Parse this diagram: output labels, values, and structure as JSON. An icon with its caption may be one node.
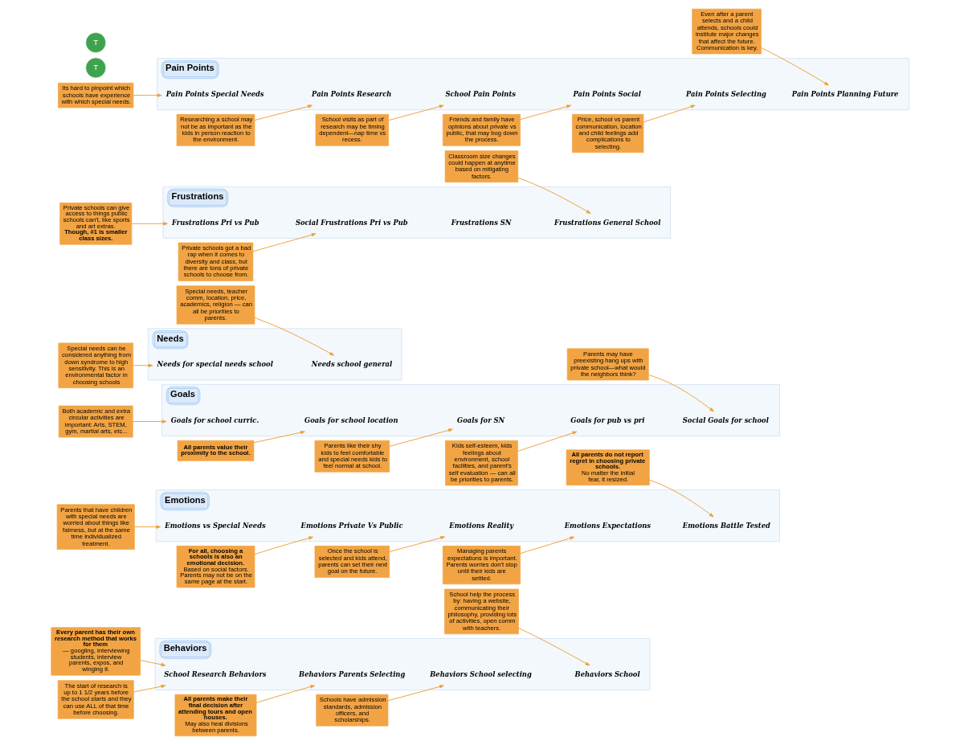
{
  "diagram": {
    "nodes": [
      {
        "text": [
          "Behaviors"
        ]
      },
      {
        "text": [
          "School Research Behaviors"
        ],
        "in": 0
      },
      {
        "text": [
          "Behaviors Parents Selecting"
        ],
        "in": 0
      },
      {
        "text": [
          "Behaviors School selecting"
        ],
        "in": 0
      },
      {
        "text": [
          "Behaviors School"
        ],
        "in": 0
      },
      {
        "text": [
          "Emotions"
        ]
      },
      {
        "text": [
          "Emotions vs Special Needs"
        ],
        "in": 5
      },
      {
        "text": [
          "Emotions Private Vs Public"
        ],
        "in": 5
      },
      {
        "text": [
          "Emotions Reality"
        ],
        "in": 5
      },
      {
        "text": [
          "Emotions Expectations"
        ],
        "in": 5
      },
      {
        "text": [
          "Emotions Battle Tested"
        ],
        "in": 5
      },
      {
        "text": [
          "Goals"
        ]
      },
      {
        "text": [
          "Goals for school curric."
        ],
        "in": 11
      },
      {
        "text": [
          "Goals for school location"
        ],
        "in": 11
      },
      {
        "text": [
          "Goals for SN"
        ],
        "in": 11
      },
      {
        "text": [
          "Goals for pub vs pri"
        ],
        "in": 11
      },
      {
        "text": [
          "Social Goals for school"
        ],
        "in": 11
      },
      {
        "text": [
          "Needs"
        ]
      },
      {
        "text": [
          "Needs for special needs school"
        ],
        "in": 17
      },
      {
        "text": [
          "Needs school general"
        ],
        "in": 17
      },
      {
        "text": [
          "Frustrations"
        ]
      },
      {
        "text": [
          "Frustrations Pri vs Pub"
        ],
        "in": 20
      },
      {
        "text": [
          "Social Frustrations Pri vs Pub"
        ],
        "in": 20
      },
      {
        "text": [
          "Frustrations SN"
        ],
        "in": 20
      },
      {
        "text": [
          "Frustrations General School"
        ],
        "in": 20
      },
      {
        "text": [
          "Pain Points"
        ]
      },
      {
        "text": [
          "Pain Points Special Needs"
        ],
        "in": 25
      },
      {
        "text": [
          "Pain Points Research"
        ],
        "in": 25
      },
      {
        "text": [
          "School Pain Points"
        ],
        "in": 25
      },
      {
        "text": [
          "Pain Points Social"
        ],
        "in": 25
      },
      {
        "text": [
          "Pain Points Selecting"
        ],
        "in": 25
      },
      {
        "text": [
          "Pain Points Planning Future"
        ],
        "in": 25
      },
      {
        "text": [
          "**Every parent has their own research method that works for them** — googling, interviewing students, interview parents, expos, and winging it."
        ]
      },
      {
        "text": [
          "**For all, choosing a schools is also an emotional decision.** Based on social factors. Parents may not be on the same page at the start."
        ]
      },
      {
        "text": [
          "Parents that have children with special needs are worried about things like fairness, but at the same time individualized treatment."
        ]
      },
      {
        "text": [
          "Both academic and extra circular activities are important: Arts, STEM, gym, martial arts, etc..."
        ]
      },
      {
        "text": [
          "Special needs can be considered anything from down syndrome to high sensitivity. This is an environmental factor in choosing schools"
        ]
      },
      {
        "text": [
          "Private schools can give access to things public schools can't, like sports and art extras. **Though, #1 is smaller class sizes.**"
        ]
      },
      {
        "text": [
          "Its hard to pinpoint which schools have experience with which special needs."
        ]
      },
      {
        "text": [
          "The start of research is up to 1 1/2 years before the school starts and they can use ALL of that time before choosing."
        ]
      },
      {
        "text": [
          "Researching a school may not be as important as the kids in person reaction to the environment."
        ]
      },
      {
        "text": [
          "**All parents make their final decision after attending tours and open houses.** May also heal divisions between parents."
        ]
      },
      {
        "text": [
          "School visits as part of research may be timing dependent—nap time vs recess."
        ]
      },
      {
        "text": [
          "Schools have admission standards, admission officers, and scholarships."
        ]
      },
      {
        "text": [
          "Friends and family have opinions about private vs public, that may bog down the process."
        ]
      },
      {
        "text": [
          "School help the process by: having a website, communicating their philosophy, providing lots of activities, open comm with teachers."
        ]
      },
      {
        "text": [
          "Price, school vs parent communication, location and child feelings add complications to selecting."
        ]
      },
      {
        "text": [
          "Once the school is selected and kids attend, parents can set their next goal on the future."
        ]
      },
      {
        "text": [
          "Managing parents expectations is important. Parents worries don't stop until their kids are settled."
        ]
      },
      {
        "text": [
          "**All parents do not report regret in choosing private schools.** No matter the initial fear, it resized."
        ]
      },
      {
        "text": [
          "Parents like their shy kids to feel comfortable and special needs kids to feel normal at school."
        ]
      },
      {
        "text": [
          "Kids self-esteem, kids feelings about environment, school facilities, and parent's self evaluation — can all be priorities to parents."
        ]
      },
      {
        "text": [
          "All parents value their proximity to the school."
        ]
      },
      {
        "text": [
          "Special needs, teacher comm, location, price, academics, religion — can all be priorities to parents."
        ]
      },
      {
        "text": [
          "Private schools got a bad rap when it comes to diversity and class, but there are tons of private schools to choose from."
        ]
      },
      {
        "text": [
          "Classroom size changes could happen at anytime based on mitigating factors."
        ]
      },
      {
        "text": [
          "Even after a parent selects and a child attends, schools could institute major changes that affect the future. Communication is key."
        ]
      },
      {
        "text": [
          "Parents may have preexisting hang ups with private school—what would the neighbors think?"
        ]
      }
    ],
    "edges": [
      {
        "from": 32,
        "to": 1,
        "arrow": "to"
      },
      {
        "from": 33,
        "to": 7,
        "arrow": "to"
      },
      {
        "from": 34,
        "to": 6,
        "arrow": "to"
      },
      {
        "from": 35,
        "to": 12,
        "arrow": "to"
      },
      {
        "from": 36,
        "to": 18,
        "arrow": "to"
      },
      {
        "from": 37,
        "to": 21,
        "arrow": "to"
      },
      {
        "from": 38,
        "to": 26,
        "arrow": "to"
      },
      {
        "from": 39,
        "to": 1,
        "arrow": "to"
      },
      {
        "from": 40,
        "to": 27,
        "arrow": "to"
      },
      {
        "from": 41,
        "to": 2,
        "arrow": "to"
      },
      {
        "from": 42,
        "to": 28,
        "arrow": "to"
      },
      {
        "from": 43,
        "to": 3,
        "arrow": "to"
      },
      {
        "from": 44,
        "to": 29,
        "arrow": "to"
      },
      {
        "from": 45,
        "to": 4,
        "arrow": "to"
      },
      {
        "from": 46,
        "to": 30,
        "arrow": "to"
      },
      {
        "from": 47,
        "to": 8,
        "arrow": "to"
      },
      {
        "from": 48,
        "to": 9,
        "arrow": "to"
      },
      {
        "from": 49,
        "to": 10,
        "arrow": "to"
      },
      {
        "from": 50,
        "to": 14,
        "arrow": "to"
      },
      {
        "from": 51,
        "to": 15,
        "arrow": "to"
      },
      {
        "from": 52,
        "to": 13,
        "arrow": "to"
      },
      {
        "from": 53,
        "to": 19,
        "arrow": "to"
      },
      {
        "from": 54,
        "to": 22,
        "arrow": "to"
      },
      {
        "from": 55,
        "to": 24,
        "arrow": "to"
      },
      {
        "from": 56,
        "to": 31,
        "arrow": "to"
      },
      {
        "from": 57,
        "to": 16,
        "arrow": "to"
      }
    ],
    "labels": [
      "T",
      "T"
    ]
  }
}
